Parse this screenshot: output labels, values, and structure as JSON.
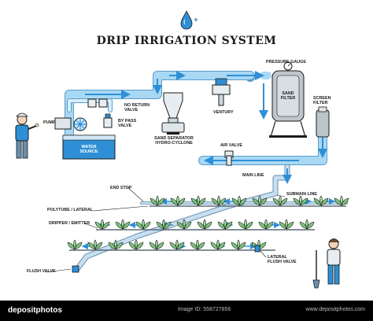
{
  "diagram": {
    "title": "DRIP IRRIGATION SYSTEM",
    "labels": {
      "pump": "PUMP",
      "no_return_valve": "NO RETURN\nVALVE",
      "by_pass_valve": "BY PASS\nVALVE",
      "water_source": "WATER\nSOURCE",
      "sand_separator": "SAND SEPARATOR\nHYDRO-CYCLONE",
      "venturi": "VENTURY",
      "pressure_gauge": "PRESSURE GAUGE",
      "sand_filter": "SAND\nFILTER",
      "screen_filter": "SCREEN\nFILTER",
      "air_valve": "AIR VALVE",
      "main_line": "MAIN LINE",
      "submain_line": "SUBMAIN LINE",
      "end_stop": "END STOP",
      "polytube_lateral": "POLYTUBE / LATERAL",
      "dripper_emitter": "DRIPPER / EMITTER",
      "lateral_flush_valve": "LATERAL\nFLUSH VALVE",
      "flush_valve": "FLUSH VALVE"
    }
  },
  "footer": {
    "brand": "depositphotos",
    "image_id": "Image ID: 558727856",
    "url": "www.depositphotos.com"
  },
  "colors": {
    "pipe": "#8ecbee",
    "pipe_dark": "#2e8fd6",
    "arrow": "#2e8fd6",
    "outline": "#222222",
    "plant": "#7cc37a",
    "water": "#2e8fd6"
  }
}
